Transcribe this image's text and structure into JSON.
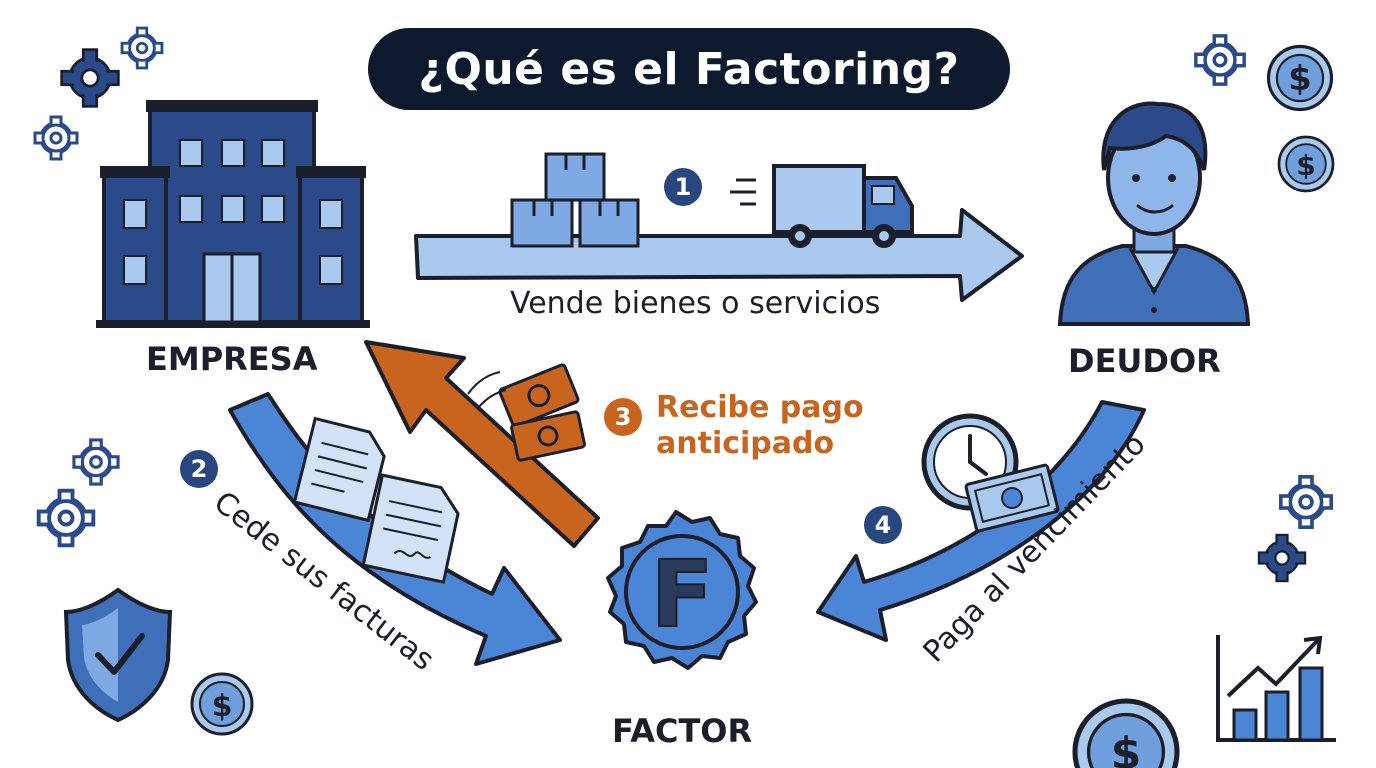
{
  "title": "¿Qué es el Factoring?",
  "nodes": {
    "empresa": "EMPRESA",
    "deudor": "DEUDOR",
    "factor": "FACTOR",
    "factor_letter": "F"
  },
  "steps": [
    {
      "number": "1",
      "label": "Vende bienes o servicios"
    },
    {
      "number": "2",
      "label": "Cede sus facturas"
    },
    {
      "number": "3",
      "label_line1": "Recibe pago",
      "label_line2": "anticipado"
    },
    {
      "number": "4",
      "label": "Paga al vencimiento"
    }
  ],
  "icons": {
    "currency_symbol": "$"
  },
  "colors": {
    "navy": "#0d1a2e",
    "blue_dark": "#2b4a8a",
    "blue_mid": "#4a85d6",
    "blue_light": "#a9c9ee",
    "orange": "#c8641e"
  }
}
